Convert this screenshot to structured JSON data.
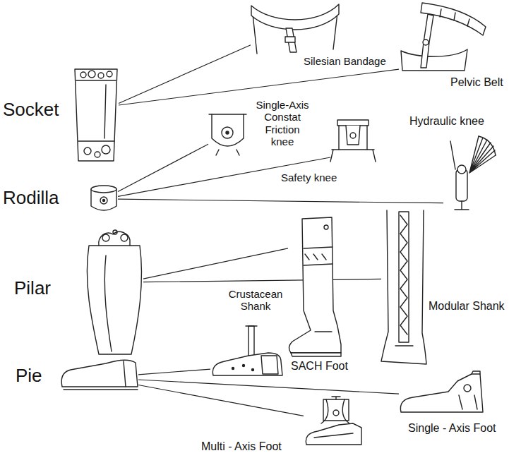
{
  "diagram": {
    "nodes": [
      {
        "text": [
          "Socket"
        ]
      },
      {
        "text": [
          "Silesian Bandage"
        ]
      },
      {
        "text": [
          "Pelvic Belt"
        ]
      },
      {
        "text": [
          "Rodilla"
        ]
      },
      {
        "text": [
          "Single-Axis Constat Friction knee"
        ]
      },
      {
        "text": [
          "Safety knee"
        ]
      },
      {
        "text": [
          "Hydraulic knee"
        ]
      },
      {
        "text": [
          "Pilar"
        ]
      },
      {
        "text": [
          "Crustacean Shank"
        ]
      },
      {
        "text": [
          "Modular Shank"
        ]
      },
      {
        "text": [
          "Pie"
        ]
      },
      {
        "text": [
          "SACH Foot"
        ]
      },
      {
        "text": [
          "Single - Axis Foot"
        ]
      },
      {
        "text": [
          "Multi - Axis Foot"
        ]
      }
    ],
    "edges": [
      {
        "from": 0,
        "to": 1,
        "arrow": "none"
      },
      {
        "from": 0,
        "to": 2,
        "arrow": "none"
      },
      {
        "from": 3,
        "to": 4,
        "arrow": "none"
      },
      {
        "from": 3,
        "to": 5,
        "arrow": "none"
      },
      {
        "from": 3,
        "to": 6,
        "arrow": "none"
      },
      {
        "from": 7,
        "to": 8,
        "arrow": "none"
      },
      {
        "from": 7,
        "to": 9,
        "arrow": "none"
      },
      {
        "from": 10,
        "to": 11,
        "arrow": "none"
      },
      {
        "from": 10,
        "to": 12,
        "arrow": "none"
      },
      {
        "from": 10,
        "to": 13,
        "arrow": "none"
      }
    ]
  }
}
